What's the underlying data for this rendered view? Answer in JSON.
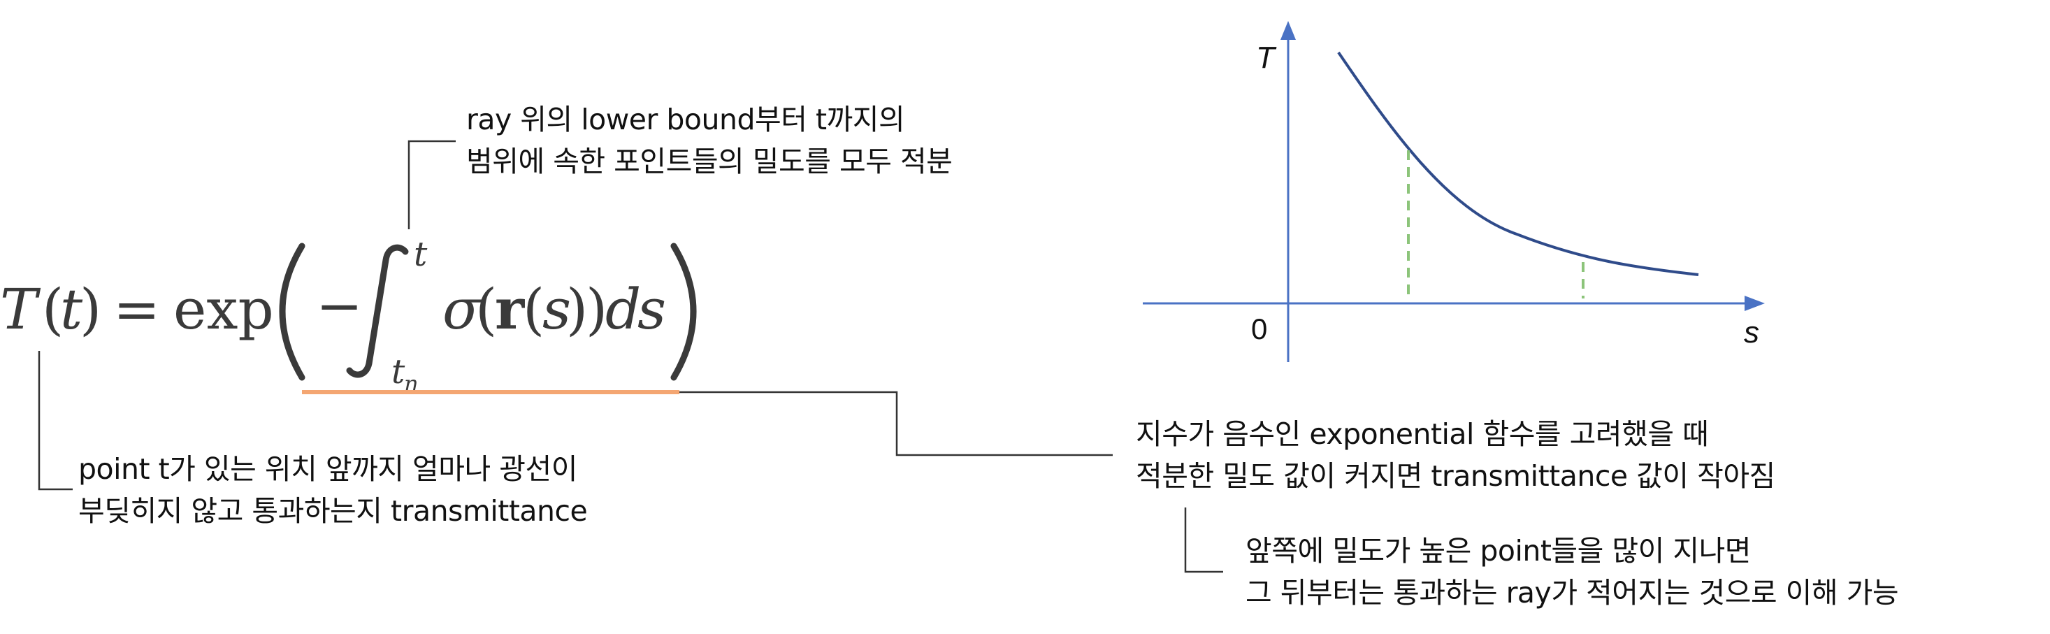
{
  "formula": {
    "T": "T",
    "t": "t",
    "equals": "=",
    "exp": "exp",
    "minus": "−",
    "integral": "∫",
    "upper_limit": "t",
    "lower_limit_t": "t",
    "lower_limit_sub": "n",
    "sigma": "σ",
    "r": "r",
    "s": "s",
    "d": "d",
    "ds_s": "s"
  },
  "annotations": {
    "integral_note": [
      "ray 위의 lower bound부터 t까지의",
      "범위에 속한 포인트들의 밀도를 모두 적분"
    ],
    "transmittance_note": [
      "point t가 있는 위치 앞까지 얼마나 광선이",
      "부딪히지 않고 통과하는지 transmittance"
    ],
    "exponential_note": [
      "지수가 음수인 exponential 함수를 고려했을 때",
      "적분한 밀도 값이 커지면 transmittance 값이 작아짐"
    ],
    "density_note": [
      "앞쪽에 밀도가 높은 point들을 많이 지나면",
      "그 뒤부터는 통과하는 ray가 적어지는 것으로 이해 가능"
    ]
  },
  "graph": {
    "y_label": "T",
    "x_label": "s",
    "origin_label": "0"
  },
  "colors": {
    "axis": "#4a72c4",
    "curve": "#2f4b8a",
    "dashed_markers": "#8cc47a",
    "underline": "#f4a672",
    "leader_lines": "#333333"
  }
}
